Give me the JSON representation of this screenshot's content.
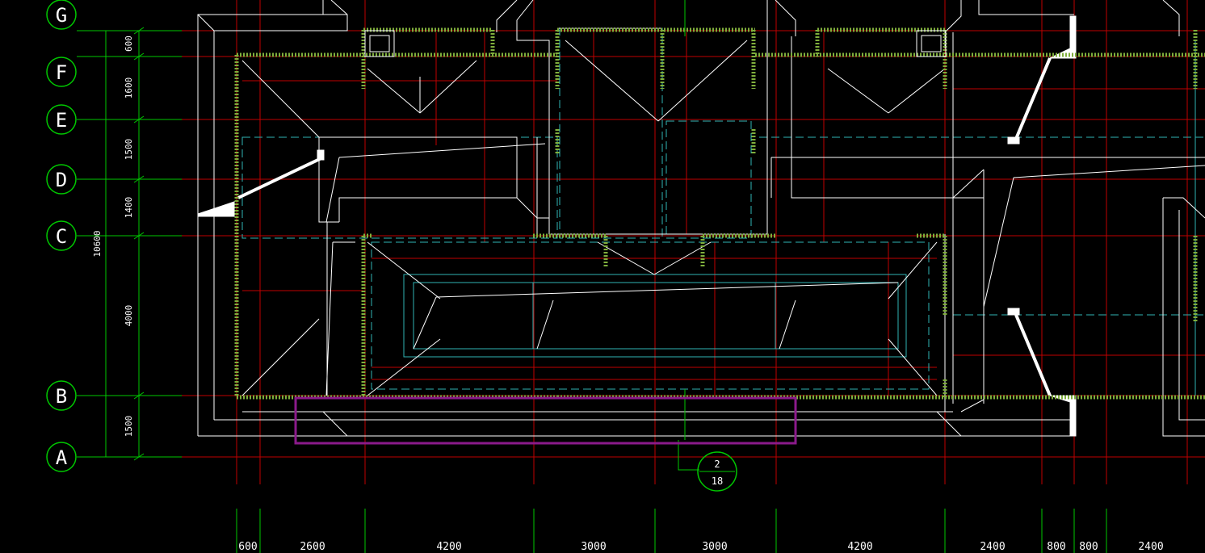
{
  "drawing": {
    "background": "#000000",
    "colors": {
      "grid_axis": "#00c800",
      "dimension": "#00c800",
      "wall": "#ffffff",
      "hatch": "#7fae3c",
      "red_line": "#c80000",
      "cyan_line": "#2fb5b5",
      "highlight": "#8b1a8b",
      "text": "#ffffff"
    },
    "axes": [
      {
        "label": "G"
      },
      {
        "label": "F"
      },
      {
        "label": "E"
      },
      {
        "label": "D"
      },
      {
        "label": "C"
      },
      {
        "label": "B"
      },
      {
        "label": "A"
      }
    ],
    "vertical_dims": [
      "600",
      "1600",
      "1500",
      "1400",
      "4000",
      "1500"
    ],
    "total_dim": "10600",
    "bottom_dims": [
      "600",
      "2600",
      "4200",
      "3000",
      "3000",
      "4200",
      "2400",
      "800",
      "800",
      "2400"
    ],
    "detail_callout": {
      "number": "2",
      "sheet": "18"
    },
    "icons": [
      "axis-bubble-icon",
      "detail-callout-icon"
    ]
  }
}
